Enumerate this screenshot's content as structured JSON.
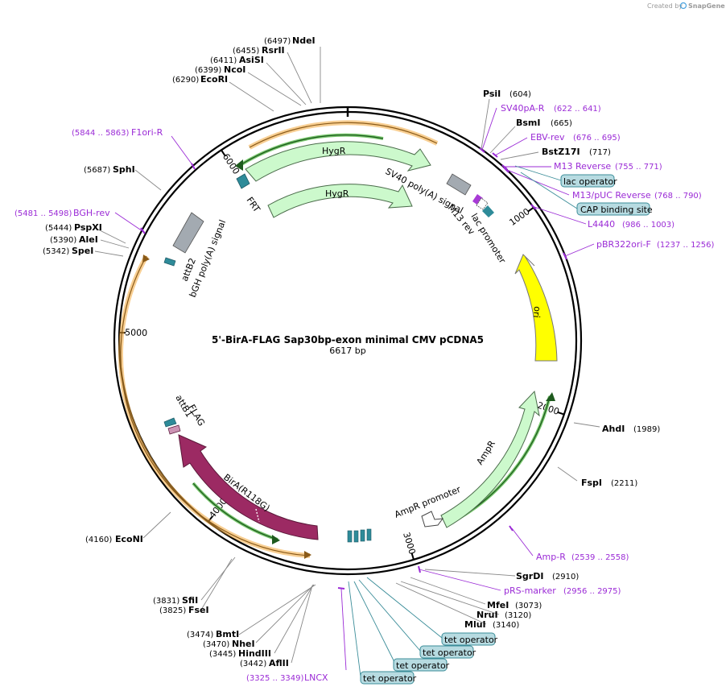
{
  "title": "5'-BirA-FLAG Sap30bp-exon minimal CMV pCDNA5",
  "subtitle": "6617 bp",
  "credit": "Created by",
  "brand": "SnapGene",
  "length": 6617,
  "ticks": [
    {
      "pos": 1000,
      "label": "1000"
    },
    {
      "pos": 2000,
      "label": "2000"
    },
    {
      "pos": 3000,
      "label": "3000"
    },
    {
      "pos": 4000,
      "label": "4000"
    },
    {
      "pos": 5000,
      "label": "5000"
    },
    {
      "pos": 6000,
      "label": "6000"
    }
  ],
  "sites": [
    {
      "name": "NdeI",
      "pos": "(6497)"
    },
    {
      "name": "RsrII",
      "pos": "(6455)"
    },
    {
      "name": "AsiSI",
      "pos": "(6411)"
    },
    {
      "name": "NcoI",
      "pos": "(6399)"
    },
    {
      "name": "EcoRI",
      "pos": "(6290)"
    },
    {
      "name": "PsiI",
      "pos": "(604)"
    },
    {
      "name": "BsmI",
      "pos": "(665)"
    },
    {
      "name": "BstZ17I",
      "pos": "(717)"
    },
    {
      "name": "SphI",
      "pos": "(5687)"
    },
    {
      "name": "PspXI",
      "pos": "(5444)"
    },
    {
      "name": "AleI",
      "pos": "(5390)"
    },
    {
      "name": "SpeI",
      "pos": "(5342)"
    },
    {
      "name": "AhdI",
      "pos": "(1989)"
    },
    {
      "name": "FspI",
      "pos": "(2211)"
    },
    {
      "name": "EcoNI",
      "pos": "(4160)"
    },
    {
      "name": "SgrDI",
      "pos": "(2910)"
    },
    {
      "name": "MfeI",
      "pos": "(3073)"
    },
    {
      "name": "NruI",
      "pos": "(3120)"
    },
    {
      "name": "MluI",
      "pos": "(3140)"
    },
    {
      "name": "SfiI",
      "pos": "(3831)"
    },
    {
      "name": "FseI",
      "pos": "(3825)"
    },
    {
      "name": "BmtI",
      "pos": "(3474)"
    },
    {
      "name": "NheI",
      "pos": "(3470)"
    },
    {
      "name": "HindIII",
      "pos": "(3445)"
    },
    {
      "name": "AflII",
      "pos": "(3442)"
    }
  ],
  "primers": [
    {
      "name": "SV40pA-R",
      "pos": "(622 .. 641)"
    },
    {
      "name": "EBV-rev",
      "pos": "(676 .. 695)"
    },
    {
      "name": "M13 Reverse",
      "pos": "(755 .. 771)"
    },
    {
      "name": "M13/pUC Reverse",
      "pos": "(768 .. 790)"
    },
    {
      "name": "L4440",
      "pos": "(986 .. 1003)"
    },
    {
      "name": "pBR322ori-F",
      "pos": "(1237 .. 1256)"
    },
    {
      "name": "F1ori-R",
      "pos": "(5844 .. 5863)"
    },
    {
      "name": "BGH-rev",
      "pos": "(5481 .. 5498)"
    },
    {
      "name": "Amp-R",
      "pos": "(2539 .. 2558)"
    },
    {
      "name": "pRS-marker",
      "pos": "(2956 .. 2975)"
    },
    {
      "name": "LNCX",
      "pos": "(3325 .. 3349)"
    }
  ],
  "boxed_labels": [
    "lac operator",
    "CAP binding site",
    "tet operator",
    "tet operator",
    "tet operator",
    "tet operator"
  ],
  "features": [
    "HygR",
    "HygR",
    "FRT",
    "SV40 poly(A) signal",
    "M13 rev",
    "lac promoter",
    "ori",
    "AmpR",
    "AmpR promoter",
    "BirA(R118G)",
    "FLAG",
    "attB1",
    "attB2",
    "bGH poly(A) signal"
  ],
  "colors": {
    "primer": "#9b2bd6",
    "resistance": "#ccf9cc",
    "ori": "#ffff00",
    "cds": "#9c2a63",
    "terminator": "#a3aab1",
    "misc": "#2e8b99",
    "orange": "#f2a73b"
  }
}
